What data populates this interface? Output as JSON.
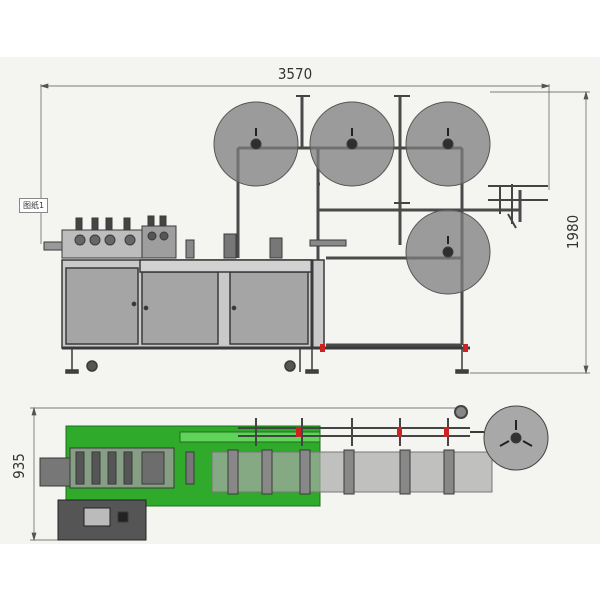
{
  "dimensions": {
    "overall_length": "3570",
    "overall_height": "1980",
    "overall_width": "935"
  },
  "note_label": "图纸1",
  "colors": {
    "background": "#f4f4f1",
    "frame": "#3a3a3a",
    "cabinet": "#a9a9a9",
    "reel": "#7a7a7a",
    "guard_panel": "#2faa2a",
    "alarm_red": "#cc2222"
  }
}
